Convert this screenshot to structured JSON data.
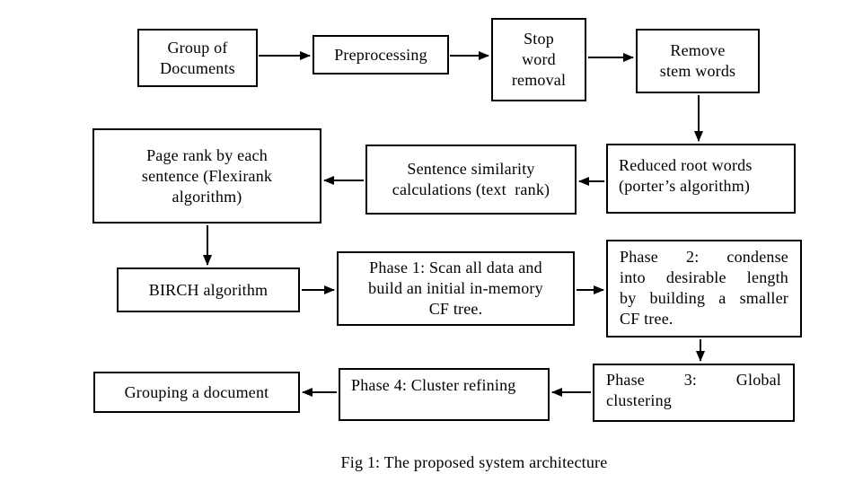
{
  "diagram": {
    "caption": "Fig 1: The proposed system architecture",
    "colors": {
      "background": "#ffffff",
      "line": "#000000",
      "text": "#000000"
    },
    "nodes": {
      "group_of_documents": {
        "lines": [
          "Group of",
          "Documents"
        ]
      },
      "preprocessing": {
        "lines": [
          "Preprocessing"
        ]
      },
      "stop_word_removal": {
        "lines": [
          "Stop",
          "word",
          "removal"
        ]
      },
      "remove_stem_words": {
        "lines": [
          "Remove",
          "stem words"
        ]
      },
      "page_rank": {
        "lines": [
          "Page rank by each",
          "sentence (Flexirank",
          "algorithm)"
        ]
      },
      "sentence_similarity": {
        "lines": [
          "Sentence similarity",
          "calculations (text  rank)"
        ]
      },
      "reduced_root_words": {
        "lines": [
          "Reduced root words",
          "(porter’s algorithm)"
        ]
      },
      "birch_algorithm": {
        "lines": [
          "BIRCH algorithm"
        ]
      },
      "phase1": {
        "lines": [
          "Phase 1: Scan all data and",
          "build an initial in-memory",
          "CF tree."
        ]
      },
      "phase2": {
        "lines": [
          "Phase 2: condense",
          "into desirable length",
          "by building a smaller",
          "CF tree."
        ]
      },
      "phase3": {
        "lines": [
          "Phase 3: Global",
          "clustering"
        ]
      },
      "phase4": {
        "lines": [
          "Phase 4: Cluster refining"
        ]
      },
      "grouping_a_document": {
        "lines": [
          "Grouping a document"
        ]
      }
    },
    "edges": [
      {
        "from": "group_of_documents",
        "to": "preprocessing"
      },
      {
        "from": "preprocessing",
        "to": "stop_word_removal"
      },
      {
        "from": "stop_word_removal",
        "to": "remove_stem_words"
      },
      {
        "from": "remove_stem_words",
        "to": "reduced_root_words"
      },
      {
        "from": "reduced_root_words",
        "to": "sentence_similarity"
      },
      {
        "from": "sentence_similarity",
        "to": "page_rank"
      },
      {
        "from": "page_rank",
        "to": "birch_algorithm"
      },
      {
        "from": "birch_algorithm",
        "to": "phase1"
      },
      {
        "from": "phase1",
        "to": "phase2"
      },
      {
        "from": "phase2",
        "to": "phase3"
      },
      {
        "from": "phase3",
        "to": "phase4"
      },
      {
        "from": "phase4",
        "to": "grouping_a_document"
      }
    ]
  }
}
